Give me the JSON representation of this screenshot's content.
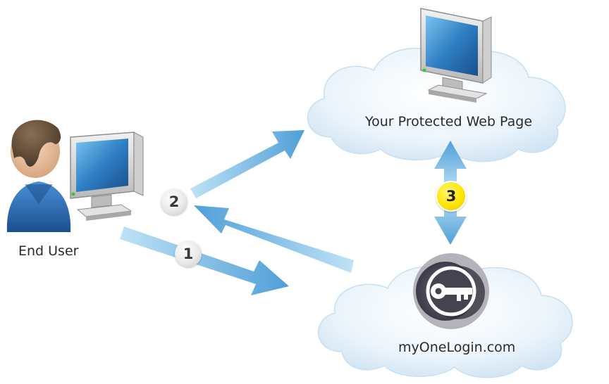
{
  "nodes": {
    "end_user": {
      "label": "End User"
    },
    "protected_page": {
      "label": "Your Protected Web Page"
    },
    "onelogin": {
      "label": "myOneLogin.com"
    }
  },
  "steps": [
    {
      "number": "1"
    },
    {
      "number": "2"
    },
    {
      "number": "3"
    }
  ],
  "colors": {
    "arrow": "#5aa9dc",
    "cloud": "#d8eaf7",
    "badge_step3": "#ffe600",
    "monitor_screen": "#2f7fc4",
    "user_shirt": "#2a6db5"
  }
}
